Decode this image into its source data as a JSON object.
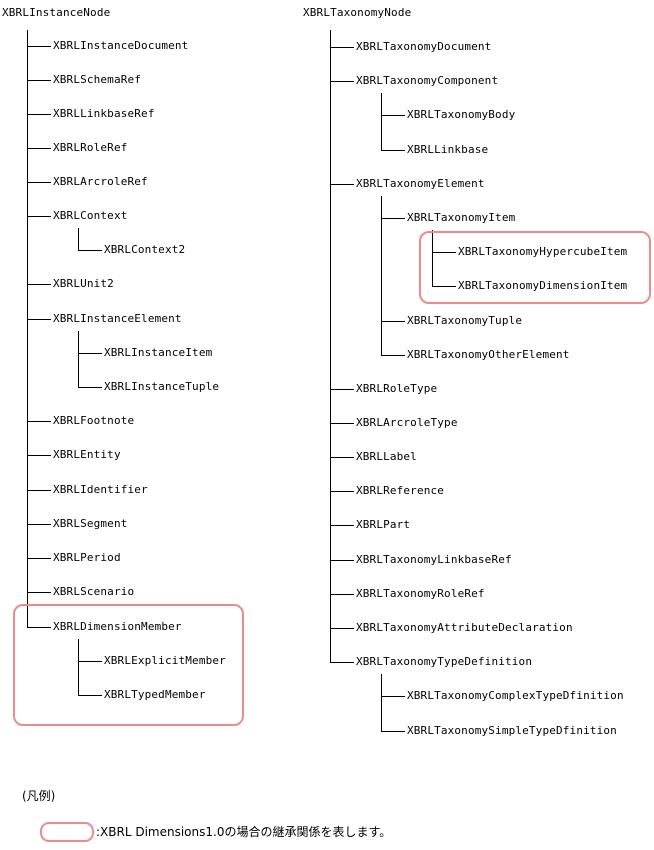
{
  "diagram": {
    "left_root": "XBRLInstanceNode",
    "left": {
      "instance_document": "XBRLInstanceDocument",
      "schema_ref": "XBRLSchemaRef",
      "linkbase_ref": "XBRLLinkbaseRef",
      "role_ref": "XBRLRoleRef",
      "arcrole_ref": "XBRLArcroleRef",
      "context": "XBRLContext",
      "context2": "XBRLContext2",
      "unit2": "XBRLUnit2",
      "instance_element": "XBRLInstanceElement",
      "instance_item": "XBRLInstanceItem",
      "instance_tuple": "XBRLInstanceTuple",
      "footnote": "XBRLFootnote",
      "entity": "XBRLEntity",
      "identifier": "XBRLIdentifier",
      "segment": "XBRLSegment",
      "period": "XBRLPeriod",
      "scenario": "XBRLScenario",
      "dimension_member": "XBRLDimensionMember",
      "explicit_member": "XBRLExplicitMember",
      "typed_member": "XBRLTypedMember"
    },
    "right_root": "XBRLTaxonomyNode",
    "right": {
      "taxonomy_document": "XBRLTaxonomyDocument",
      "taxonomy_component": "XBRLTaxonomyComponent",
      "taxonomy_body": "XBRLTaxonomyBody",
      "linkbase": "XBRLLinkbase",
      "taxonomy_element": "XBRLTaxonomyElement",
      "taxonomy_item": "XBRLTaxonomyItem",
      "hypercube_item": "XBRLTaxonomyHypercubeItem",
      "dimension_item": "XBRLTaxonomyDimensionItem",
      "taxonomy_tuple": "XBRLTaxonomyTuple",
      "other_element": "XBRLTaxonomyOtherElement",
      "role_type": "XBRLRoleType",
      "arcrole_type": "XBRLArcroleType",
      "label": "XBRLLabel",
      "reference": "XBRLReference",
      "part": "XBRLPart",
      "taxonomy_linkbase_ref": "XBRLTaxonomyLinkbaseRef",
      "taxonomy_role_ref": "XBRLTaxonomyRoleRef",
      "attribute_declaration": "XBRLTaxonomyAttributeDeclaration",
      "type_definition": "XBRLTaxonomyTypeDefinition",
      "complex_type": "XBRLTaxonomyComplexTypeDfinition",
      "simple_type": "XBRLTaxonomySimpleTypeDfinition"
    },
    "highlight_color": "#f08a8a"
  },
  "legend": {
    "title": "(凡例)",
    "text": ":XBRL Dimensions1.0の場合の継承関係を表します。"
  }
}
